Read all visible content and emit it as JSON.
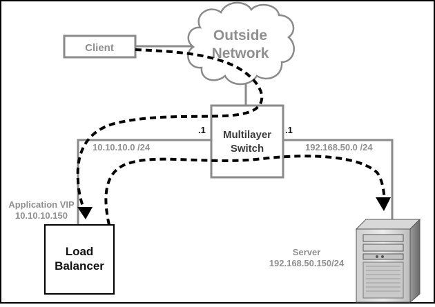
{
  "nodes": {
    "client": "Client",
    "cloud_line1": "Outside",
    "cloud_line2": "Network",
    "switch_line1": "Multilayer",
    "switch_line2": "Switch",
    "lb_line1": "Load",
    "lb_line2": "Balancer",
    "server_title": "Server",
    "server_ip": "192.168.50.150/24"
  },
  "labels": {
    "vip_title": "Application VIP",
    "vip_ip": "10.10.10.150",
    "left_subnet": "10.10.10.0 /24",
    "right_subnet": "192.168.50.0 /24",
    "left_gateway": ".1",
    "right_gateway": ".1"
  },
  "colors": {
    "frame": "#000000",
    "link": "#8a8a8a",
    "flow": "#000000",
    "label_gray": "#8f8f8f"
  }
}
